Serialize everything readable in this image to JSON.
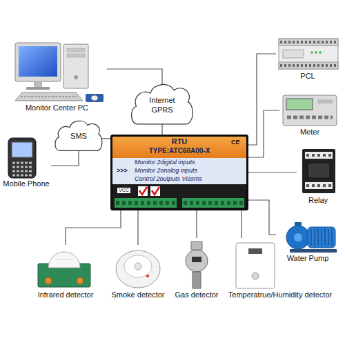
{
  "diagram": {
    "nodes": [
      {
        "text": [
          "Monitor Center PC"
        ]
      },
      {
        "text": [
          "Internet GPRS"
        ]
      },
      {
        "text": [
          "PCL"
        ]
      },
      {
        "text": [
          "Meter"
        ]
      },
      {
        "text": [
          "SMS"
        ]
      },
      {
        "text": [
          "Mobile Phone"
        ]
      },
      {
        "text": [
          "RTU",
          "TYPE:ATC60A00-X",
          ">>>",
          "Monitor 2digital inputs",
          "Monitor 2analog inputs",
          "Control 2outputs Viasms",
          "VCC",
          "CE"
        ]
      },
      {
        "text": [
          "Relay"
        ]
      },
      {
        "text": [
          "Water Pump"
        ]
      },
      {
        "text": [
          "Infrared detector"
        ]
      },
      {
        "text": [
          "Smoke detector"
        ]
      },
      {
        "text": [
          "Gas detector"
        ]
      },
      {
        "text": [
          "Temperatrue/Humidity detector"
        ]
      }
    ],
    "edges": [
      {
        "from": 0,
        "to": 1,
        "arrow": "none"
      },
      {
        "from": 1,
        "to": 6,
        "arrow": "none"
      },
      {
        "from": 5,
        "to": 4,
        "arrow": "none"
      },
      {
        "from": 4,
        "to": 6,
        "arrow": "none"
      },
      {
        "from": 6,
        "to": 2,
        "arrow": "none"
      },
      {
        "from": 6,
        "to": 3,
        "arrow": "none"
      },
      {
        "from": 6,
        "to": 7,
        "arrow": "none"
      },
      {
        "from": 6,
        "to": 8,
        "arrow": "none"
      },
      {
        "from": 6,
        "to": 9,
        "arrow": "none"
      },
      {
        "from": 6,
        "to": 10,
        "arrow": "none"
      },
      {
        "from": 6,
        "to": 11,
        "arrow": "none"
      },
      {
        "from": 6,
        "to": 12,
        "arrow": "none"
      }
    ]
  }
}
